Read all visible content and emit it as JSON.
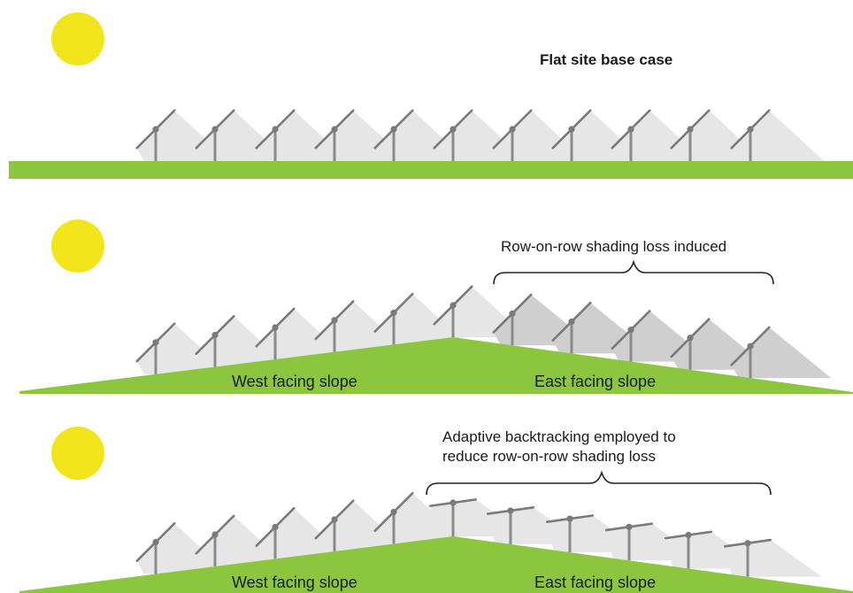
{
  "colors": {
    "sun": "#f2e51c",
    "ground": "#8cc63f",
    "shadow": "#e6e6e6",
    "shadow_overlap": "#cfcfcf",
    "panel": "#7a7a7a",
    "post": "#8a8a8a"
  },
  "panels": [
    {
      "caption": "Flat site base case",
      "west_label": "",
      "east_label": ""
    },
    {
      "caption": "Row-on-row shading loss induced",
      "west_label": "West facing slope",
      "east_label": "East facing slope"
    },
    {
      "caption_lines": [
        "Adaptive backtracking employed to",
        "reduce row-on-row shading loss"
      ],
      "west_label": "West facing slope",
      "east_label": "East facing slope"
    }
  ]
}
